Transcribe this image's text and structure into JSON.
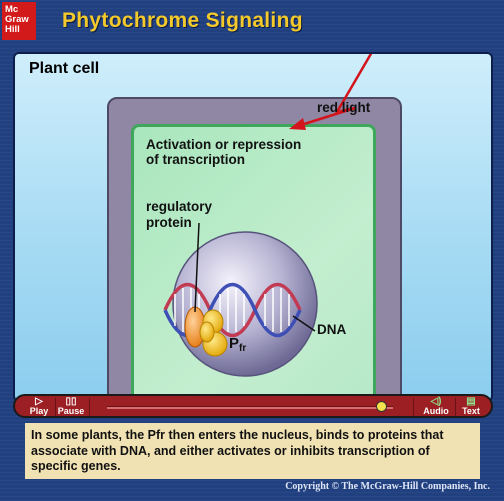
{
  "header": {
    "logo_line1": "Mc",
    "logo_line2": "Graw",
    "logo_line3": "Hill",
    "title": "Phytochrome Signaling"
  },
  "stage": {
    "label": "Plant cell",
    "red_light_label": "red light",
    "nucleus_text_line1": "Activation or repression",
    "nucleus_text_line2": "of transcription",
    "regulatory_line1": "regulatory",
    "regulatory_line2": "protein",
    "dna_label": "DNA",
    "pfr_main": "P",
    "pfr_sub": "fr"
  },
  "controls": {
    "play_label": "Play",
    "play_icon": "▷",
    "pause_label": "Pause",
    "pause_icon": "▯▯",
    "audio_label": "Audio",
    "audio_icon": "◁)",
    "text_label": "Text",
    "text_icon": "▤",
    "progress": 0.93
  },
  "caption": "In some plants, the Pfr then enters the nucleus, binds to proteins that associate with DNA, and either activates or inhibits transcription of specific genes.",
  "copyright": "Copyright © The McGraw-Hill Companies, Inc."
}
